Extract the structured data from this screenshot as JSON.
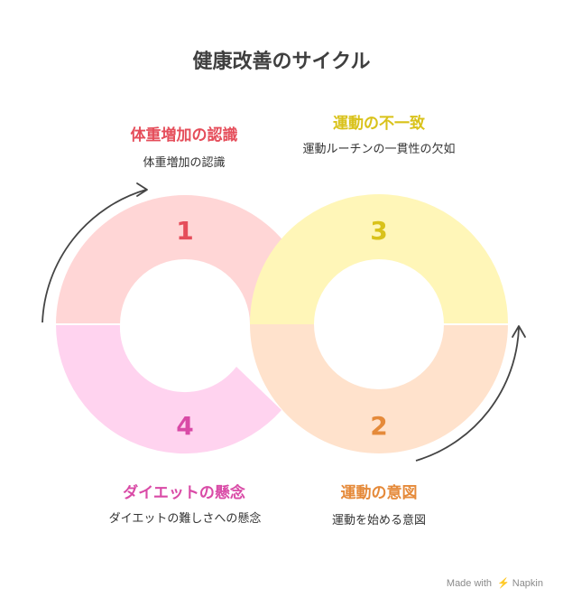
{
  "title": "健康改善のサイクル",
  "colors": {
    "step1": "#e54d5a",
    "step2": "#e58a3a",
    "step3": "#d9c21a",
    "step4": "#d94aa6",
    "fill1": "#ffd6d6",
    "fill2": "#ffe2cc",
    "fill3": "#fff6b8",
    "fill4": "#ffd3ef"
  },
  "steps": [
    {
      "number": "1",
      "title": "体重増加の認識",
      "description": "体重増加の認識"
    },
    {
      "number": "2",
      "title": "運動の意図",
      "description": "運動を始める意図"
    },
    {
      "number": "3",
      "title": "運動の不一致",
      "description": "運動ルーチンの一貫性の欠如"
    },
    {
      "number": "4",
      "title": "ダイエットの懸念",
      "description": "ダイエットの難しさへの懸念"
    }
  ],
  "footer": {
    "made_with": "Made with",
    "brand": "Napkin"
  }
}
